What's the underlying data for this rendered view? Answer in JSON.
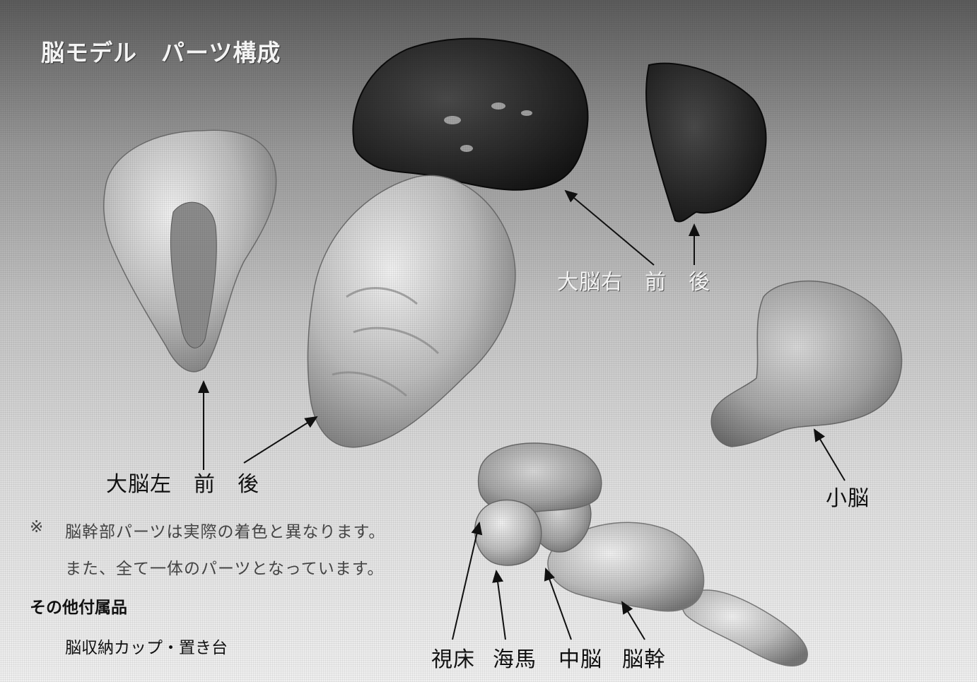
{
  "title": "脳モデル　パーツ構成",
  "labels": {
    "cerebrum_right": "大脳右　前　後",
    "cerebrum_left": "大脳左　前　後",
    "cerebellum": "小脳",
    "thalamus": "視床",
    "hippocampus": "海馬",
    "midbrain": "中脳",
    "brainstem": "脳幹"
  },
  "note": {
    "mark": "※",
    "line1": "脳幹部パーツは実際の着色と異なります。",
    "line2": "また、全て一体のパーツとなっています。"
  },
  "accessories": {
    "heading": "その他付属品",
    "item": "脳収納カップ・置き台"
  }
}
